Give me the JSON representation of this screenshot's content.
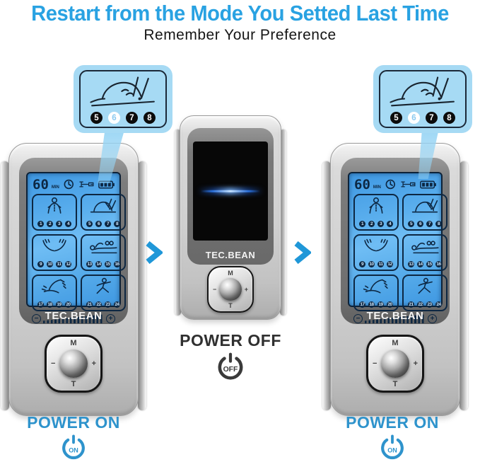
{
  "header": {
    "title": "Restart from the Mode You Setted Last Time",
    "subtitle": "Remember Your Preference"
  },
  "callout": {
    "icon": "finger-press-buttons-icon",
    "numbers": [
      "5",
      "6",
      "7",
      "8"
    ],
    "highlighted_number": "6"
  },
  "device_on": {
    "brand": "TEC.BEAN",
    "lcd": {
      "timer_value": "60",
      "timer_unit": "MIN",
      "status_icons": [
        "clock-icon",
        "key-lock-icon",
        "battery-icon"
      ],
      "modes": [
        {
          "icon": "back-body-mode-icon",
          "numbers": [
            "1",
            "2",
            "3",
            "4"
          ]
        },
        {
          "icon": "hand-knead-mode-icon",
          "numbers": [
            "5",
            "6",
            "7",
            "8"
          ]
        },
        {
          "icon": "acupressure-hands-mode-icon",
          "numbers": [
            "9",
            "10",
            "11",
            "12"
          ]
        },
        {
          "icon": "cupping-therapy-mode-icon",
          "numbers": [
            "13",
            "14",
            "15",
            "16"
          ]
        },
        {
          "icon": "gua-sha-scraping-mode-icon",
          "numbers": [
            "17",
            "18",
            "19",
            "20"
          ]
        },
        {
          "icon": "tai-chi-figure-mode-icon",
          "numbers": [
            "21",
            "22",
            "23",
            "24"
          ]
        }
      ],
      "intensity": {
        "minus": "−",
        "plus": "+"
      }
    },
    "keypad": {
      "top": "M",
      "left": "−",
      "right": "+",
      "bottom": "T"
    }
  },
  "device_off": {
    "brand": "TEC.BEAN",
    "keypad": {
      "top": "M",
      "left": "−",
      "right": "+",
      "bottom": "T"
    }
  },
  "labels": {
    "power_on": "POWER ON",
    "power_off": "POWER OFF",
    "on_text": "ON",
    "off_text": "OFF"
  },
  "colors": {
    "title_blue": "#29a2e2",
    "power_on_blue": "#2e93cc",
    "arrow_blue": "#1f97d8",
    "lcd_blue": "#55aae9",
    "bubble_blue": "#a6daf4",
    "lcd_line_navy": "#0d2742"
  }
}
